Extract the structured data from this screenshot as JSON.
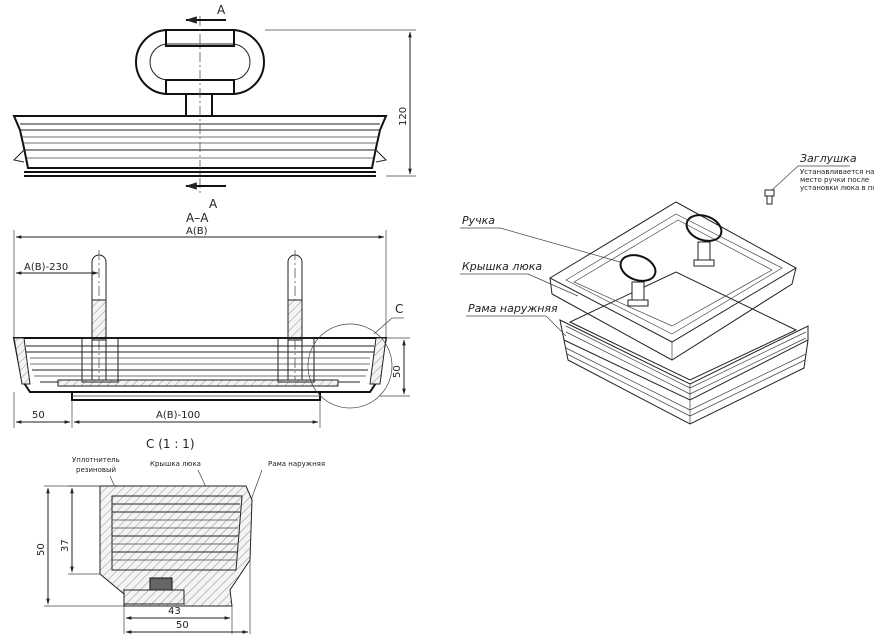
{
  "top_view": {
    "section_mark": "A",
    "dim_height": "120"
  },
  "section_view": {
    "title": "A–A",
    "dim_total": "A(B)",
    "dim_offset": "A(B)-230",
    "dim_left": "50",
    "dim_bottom": "A(B)-100",
    "dim_height": "50",
    "detail_mark": "C"
  },
  "detail_view": {
    "title": "C  (1 : 1)",
    "label_seal_line1": "Уплотнитель",
    "label_seal_line2": "резиновый",
    "label_cover": "Крышка люка",
    "label_frame": "Рама наружняя",
    "dim_height_total": "50",
    "dim_height_inner": "37",
    "dim_width_inner": "43",
    "dim_width_total": "50"
  },
  "iso_view": {
    "label_plug": "Заглушка",
    "plug_note_line1": "Устанавливается на",
    "plug_note_line2": "место ручки после",
    "plug_note_line3": "установки люка в пол",
    "label_handle": "Ручка",
    "label_cover": "Крышка люка",
    "label_frame": "Рама наружняя"
  }
}
